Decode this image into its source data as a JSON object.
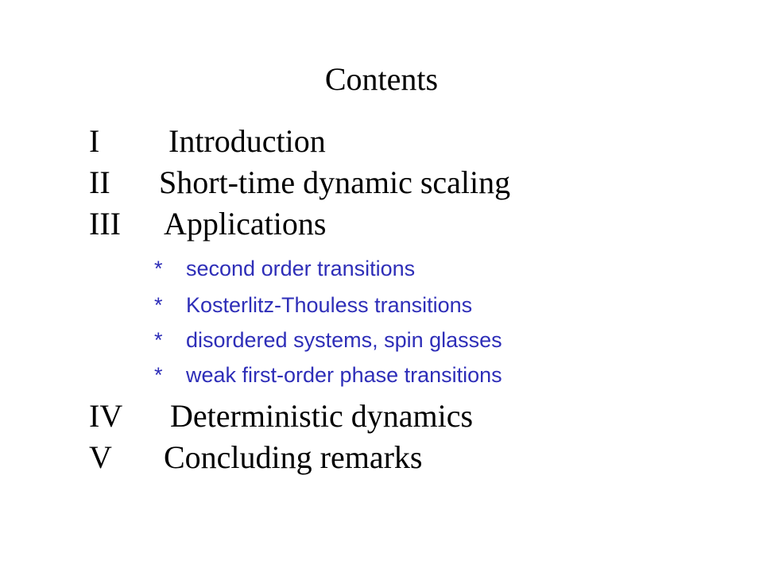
{
  "title": "Contents",
  "accent_color": "#2e2eb8",
  "sections": [
    {
      "numeral": "I",
      "text": "Introduction"
    },
    {
      "numeral": "II",
      "text": "Short-time dynamic scaling"
    },
    {
      "numeral": "III",
      "text": "Applications"
    },
    {
      "numeral": "IV",
      "text": "Deterministic dynamics"
    },
    {
      "numeral": "V",
      "text": "Concluding remarks"
    }
  ],
  "applications": [
    {
      "bullet": "*",
      "text": "second order transitions"
    },
    {
      "bullet": "*",
      "text": "Kosterlitz-Thouless transitions"
    },
    {
      "bullet": "*",
      "text": "disordered systems, spin glasses"
    },
    {
      "bullet": "*",
      "text": "weak first-order phase transitions"
    }
  ]
}
